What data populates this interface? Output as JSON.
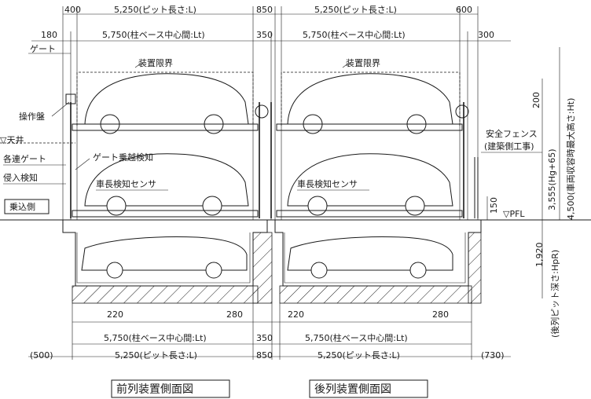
{
  "dimensions_top": {
    "front_left_offset": "400",
    "front_pit_length": "5,250(ピット長さ:L)",
    "gap_middle": "850",
    "rear_pit_length": "5,250(ピット長さ:L)",
    "rear_right_offset": "600",
    "front_gate_offset": "180",
    "front_base_span": "5,750(柱ベース中心間:Lt)",
    "middle_gap2": "350",
    "rear_base_span": "5,750(柱ベース中心間:Lt)",
    "rear_right2": "300",
    "gate_label": "ゲート"
  },
  "labels": {
    "device_limit_front": "装置限界",
    "device_limit_rear": "装置限界",
    "control_panel": "操作盤",
    "ceiling": "▽天井",
    "each_gate": "各連ゲート",
    "intrusion": "侵入検知",
    "boarding_side": "乗込側",
    "gate_pass": "ゲート乗越検知",
    "len_sensor_front": "車長検知センサ",
    "len_sensor_rear": "車長検知センサ",
    "safety_fence_1": "安全フェンス",
    "safety_fence_2": "(建築側工事)",
    "pfl": "▽PFL"
  },
  "dimensions_right": {
    "d200": "200",
    "hg": "3,555(Hg+65)",
    "ht": "4,500(車両収容時最大高さ:Ht)",
    "d150": "150",
    "d1920": "1,920",
    "hpr": "(後列ピット深さ:HpR)"
  },
  "dimensions_bottom": {
    "front_220": "220",
    "front_280": "280",
    "rear_220": "220",
    "rear_280": "280",
    "front_base_span": "5,750(柱ベース中心間:Lt)",
    "gap350": "350",
    "rear_base_span": "5,750(柱ベース中心間:Lt)",
    "left_500": "(500)",
    "front_pit_length": "5,250(ピット長さ:L)",
    "gap850": "850",
    "rear_pit_length": "5,250(ピット長さ:L)",
    "right_730": "(730)"
  },
  "titles": {
    "front": "前列装置側面図",
    "rear": "後列装置側面図"
  }
}
